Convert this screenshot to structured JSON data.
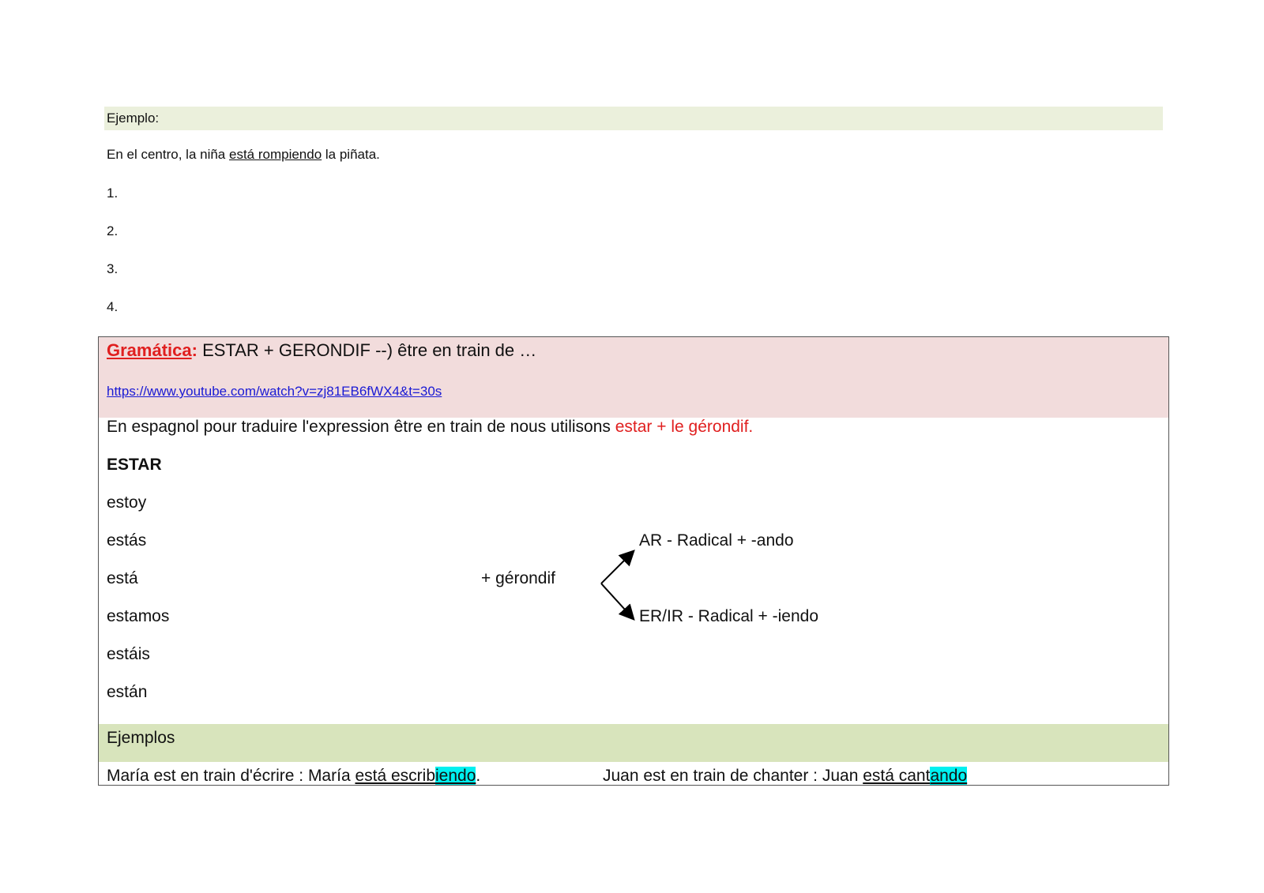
{
  "example_header": "Ejemplo:",
  "example_sentence": {
    "before": "En el centro, la niña ",
    "underlined": "está rompiendo",
    "after": " la piñata."
  },
  "numbered_items": [
    "1.",
    "2.",
    "3.",
    "4."
  ],
  "grammar": {
    "title": "Gramática",
    "colon": ":",
    "subtitle": " ESTAR + GERONDIF --) être en train de …",
    "link": "https://www.youtube.com/watch?v=zj81EB6fWX4&t=30s",
    "intro_text": "En espagnol pour traduire l'expression être en train de nous utilisons ",
    "intro_highlight": "estar + le gérondif.",
    "verb_heading": "ESTAR",
    "conjugations": [
      "estoy",
      "estás",
      "está",
      "estamos",
      "estáis",
      "están"
    ],
    "plus_gerund": "+ gérondif",
    "ar_rule": "AR - Radical + -ando",
    "erir_rule": "ER/IR - Radical + -iendo",
    "examples_heading": "Ejemplos",
    "example1": {
      "text": "María est en train d'écrire : María ",
      "underlined_stem": "está escrib",
      "highlight": "iendo",
      "end": "."
    },
    "example2": {
      "text": "Juan est en train de chanter : Juan ",
      "underlined_stem": "está cant",
      "highlight": "ando"
    }
  }
}
